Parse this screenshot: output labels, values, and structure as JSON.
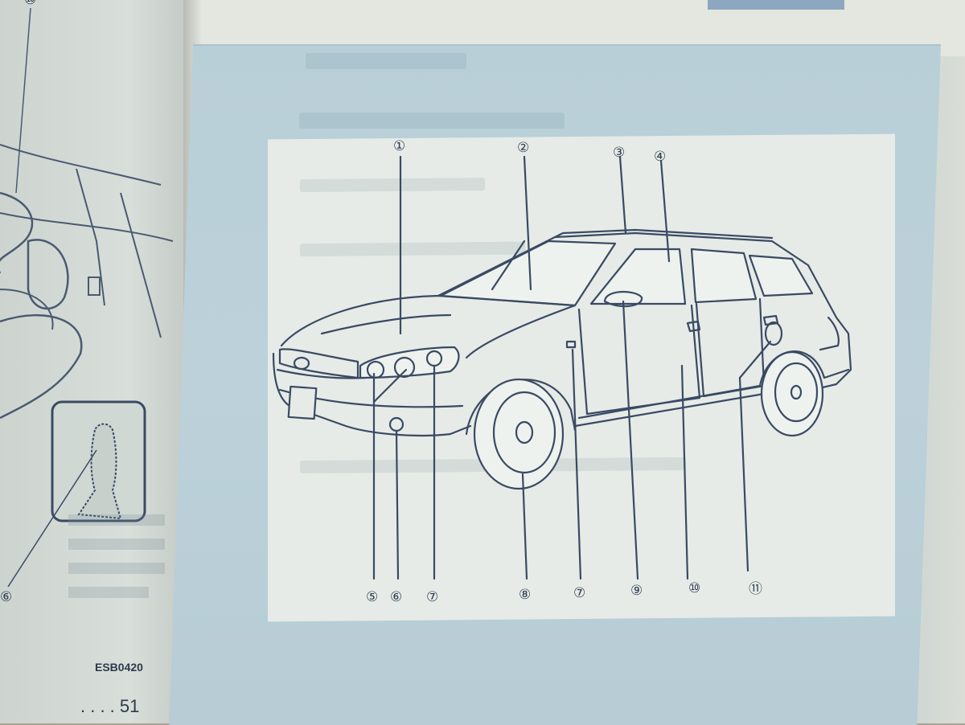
{
  "left_page": {
    "page_number": ". . . . 51",
    "figure_code": "ESB0420"
  },
  "diagram": {
    "callouts": [
      "①",
      "②",
      "③",
      "④",
      "⑤",
      "⑥",
      "⑦",
      "⑧",
      "⑦",
      "⑨",
      "⑩",
      "⑪"
    ],
    "left_callouts": [
      "⑩",
      "⑥"
    ]
  },
  "colors": {
    "panel": "#bcd1d9",
    "line": "#3a4a63"
  }
}
